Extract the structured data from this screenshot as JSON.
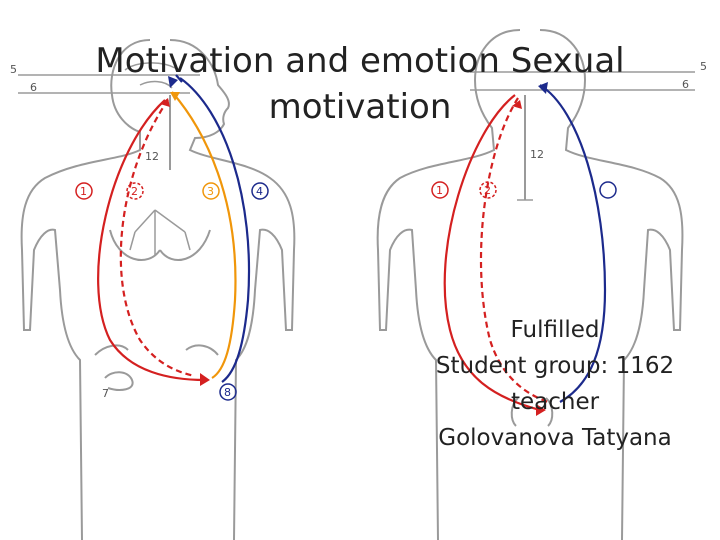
{
  "slide": {
    "title_line1": "Motivation and emotion Sexual",
    "title_line2": "motivation",
    "credits": {
      "line1": "Fulfilled",
      "line2": "Student group: 1162",
      "line3": "teacher",
      "line4": "Golovanova Tatyana"
    }
  },
  "figure": {
    "left_labels": [
      "5",
      "6",
      "12",
      "1",
      "2",
      "3",
      "4",
      "7",
      "8"
    ],
    "right_labels": [
      "5",
      "6",
      "12",
      "1",
      "2"
    ],
    "colors": {
      "outline": "#9a9a9a",
      "red": "#d42020",
      "orange": "#f0960a",
      "blue": "#1c2a8c"
    }
  }
}
